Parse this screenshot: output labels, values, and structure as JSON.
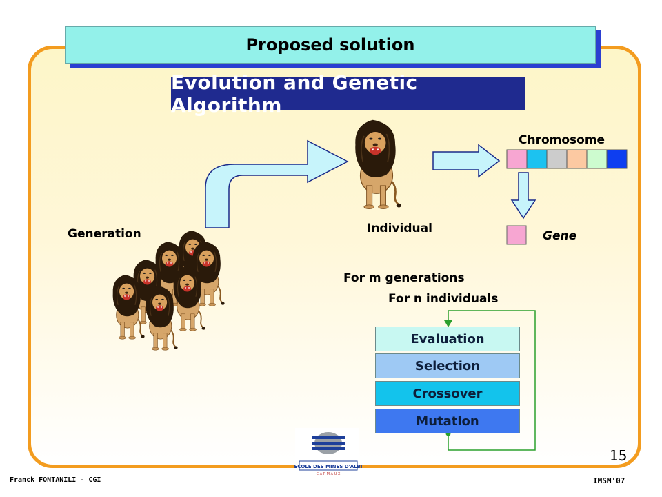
{
  "slide": {
    "title": "Proposed solution",
    "subtitle": "Evolution and Genetic Algorithm"
  },
  "diagram": {
    "labels": {
      "generation": "Generation",
      "individual": "Individual",
      "chromosome": "Chromosome",
      "gene": "Gene",
      "loop_m": "For m generations",
      "loop_n": "For n individuals"
    },
    "chromosome_colors": [
      "#f7a6d2",
      "#1cc2f0",
      "#cccccc",
      "#fcc9a2",
      "#cdfbcf",
      "#0e3ef0"
    ],
    "gene_color": "#f7a6d2",
    "steps": [
      {
        "label": "Evaluation",
        "color": "#c8f8f2"
      },
      {
        "label": "Selection",
        "color": "#9ec9f4"
      },
      {
        "label": "Crossover",
        "color": "#13c3ec"
      },
      {
        "label": "Mutation",
        "color": "#3e78f0"
      }
    ],
    "loop_color": "#2ca02c",
    "arrow_fill": "#c7f4fb"
  },
  "logo": {
    "text": "ECOLE DES MINES D'ALBI",
    "subtext": "C A R M A U X"
  },
  "footer": {
    "author": "Franck FONTANILI - CGI",
    "conference": "IMSM'07",
    "page": "15"
  }
}
